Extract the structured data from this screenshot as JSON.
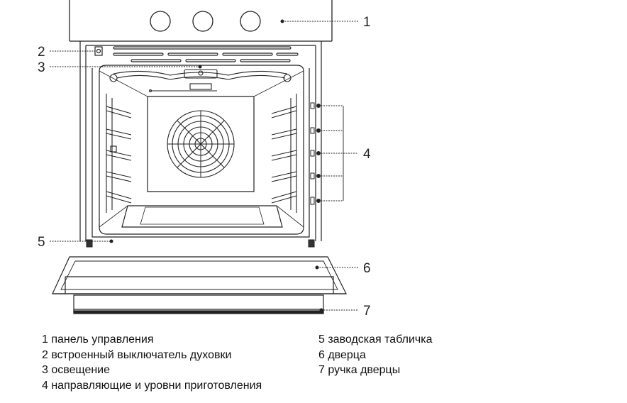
{
  "callouts": [
    "1",
    "2",
    "3",
    "4",
    "5",
    "6",
    "7"
  ],
  "legend": {
    "left": [
      "1 панель управления",
      "2 встроенный выключатель духовки",
      "3 освещение",
      "4 направляющие и уровни приготовления"
    ],
    "right": [
      "5 заводская табличка",
      "6 дверца",
      "7 ручка дверцы"
    ]
  }
}
